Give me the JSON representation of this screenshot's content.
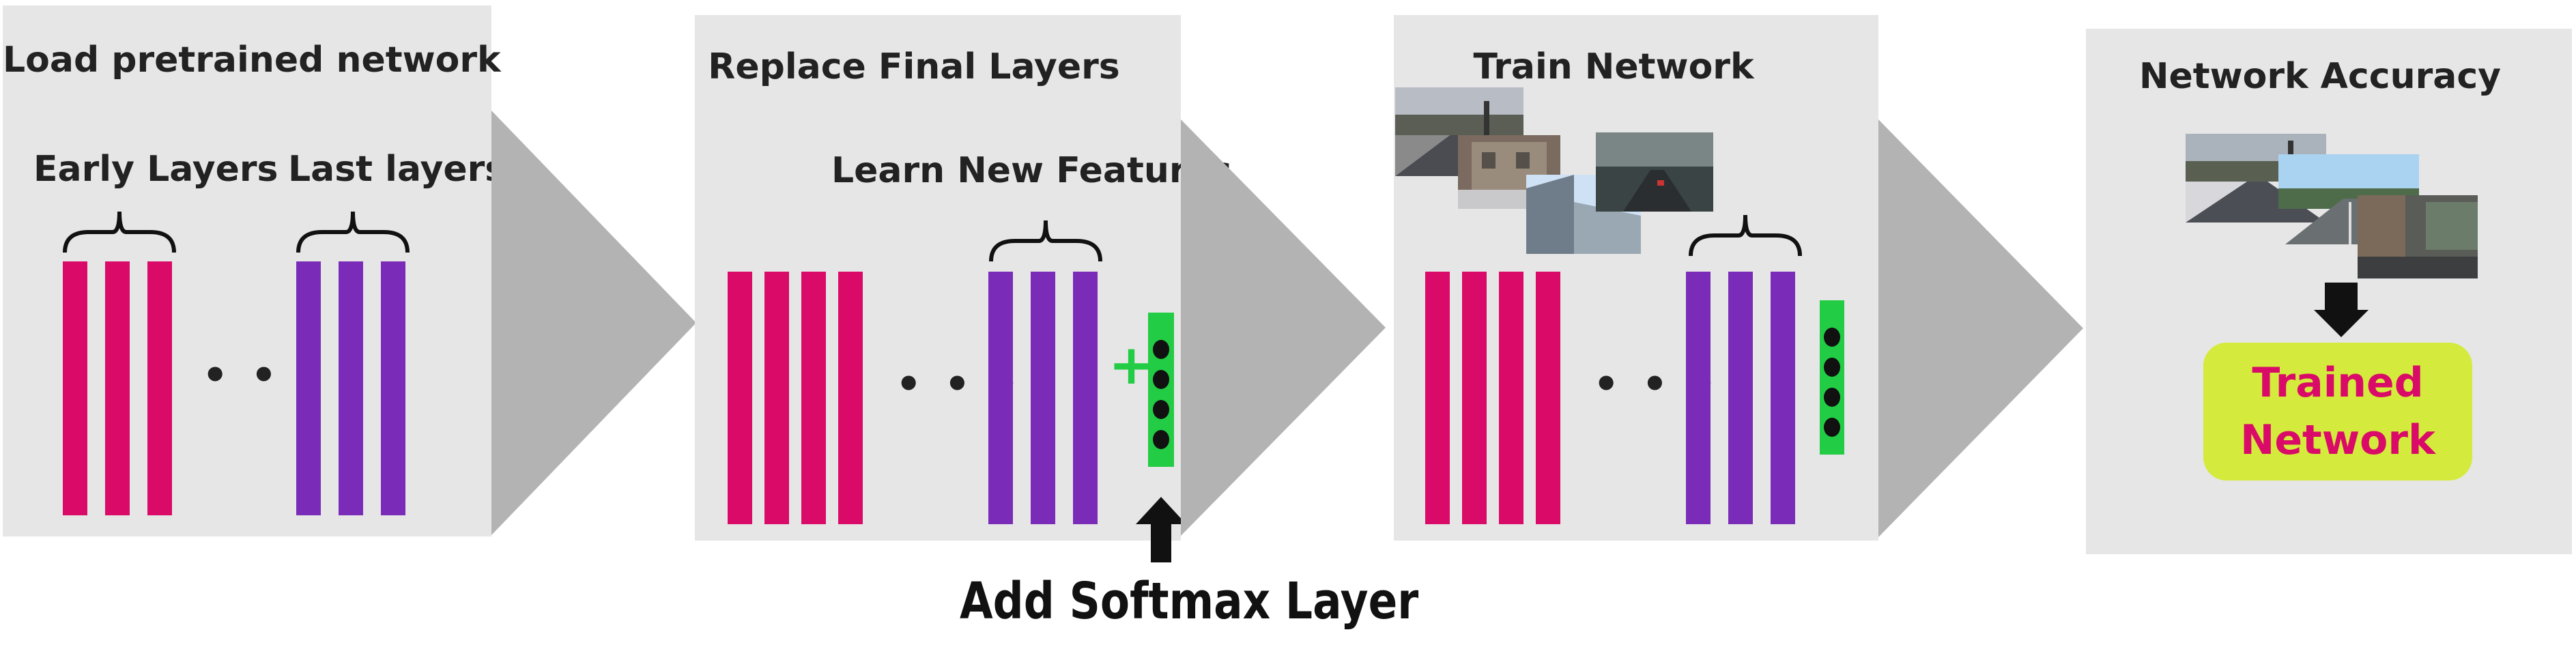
{
  "panels": {
    "load": {
      "title": "Load pretrained network",
      "early_label": "Early Layers",
      "last_label": "Last layers",
      "ellipsis": "• • •"
    },
    "replace": {
      "title": "Replace Final Layers",
      "learn_label": "Learn New Features",
      "plus": "+",
      "ellipsis": "• • •"
    },
    "train": {
      "title": "Train Network",
      "ellipsis": "• • •"
    },
    "accuracy": {
      "title": "Network Accuracy",
      "result": "Trained Network"
    }
  },
  "callout": "Add Softmax Layer",
  "colors": {
    "early_layers": "#d90a68",
    "last_layers": "#7a2cb8",
    "softmax": "#22cc44",
    "arrow": "#b3b3b3",
    "trained_box": "#d4ea3c"
  },
  "icons": [
    "brace-icon",
    "right-arrow-icon",
    "up-arrow-icon",
    "down-arrow-icon",
    "road-photo-icon"
  ]
}
